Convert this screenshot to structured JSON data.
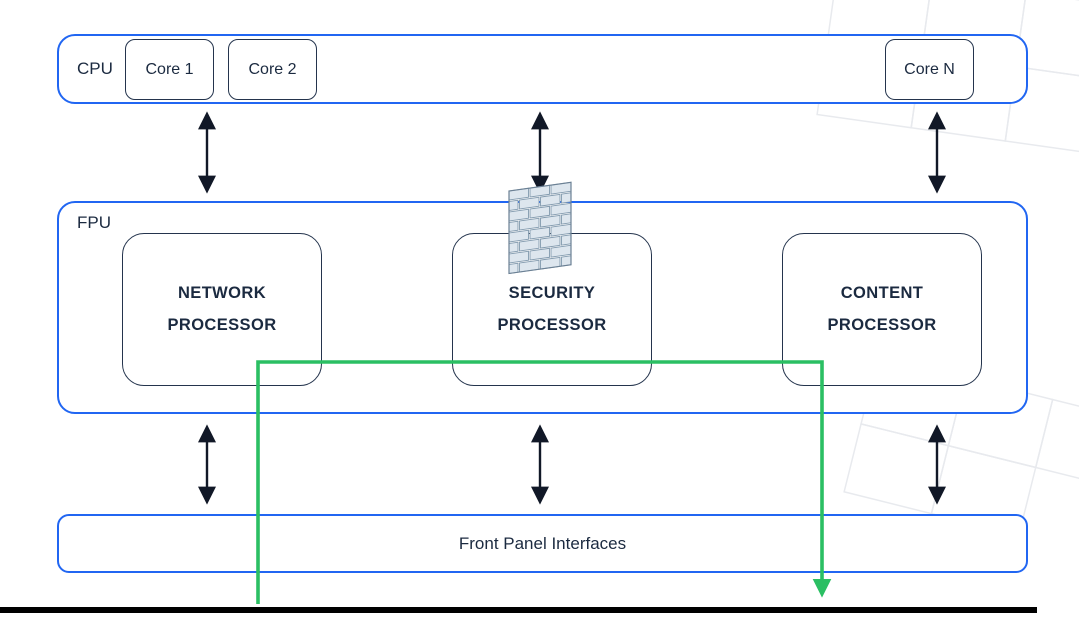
{
  "diagram": {
    "cpu": {
      "label": "CPU",
      "cores": [
        {
          "label": "Core 1"
        },
        {
          "label": "Core 2"
        },
        {
          "label": "Core N"
        }
      ]
    },
    "fpu": {
      "label": "FPU",
      "processors": [
        {
          "line1": "NETWORK",
          "line2": "PROCESSOR"
        },
        {
          "line1": "SECURITY",
          "line2": "PROCESSOR"
        },
        {
          "line1": "CONTENT",
          "line2": "PROCESSOR"
        }
      ]
    },
    "front_panel": {
      "label": "Front Panel Interfaces"
    },
    "icons": {
      "firewall": "brick-wall-icon",
      "connection": "double-headed-arrow"
    },
    "colors": {
      "box_border_blue": "#2166f2",
      "inner_border_dark": "#24344d",
      "arrow_black": "#111827",
      "flow_green": "#2bbf63",
      "firewall_fill": "#dde6ee",
      "firewall_stroke": "#8199ad"
    }
  }
}
